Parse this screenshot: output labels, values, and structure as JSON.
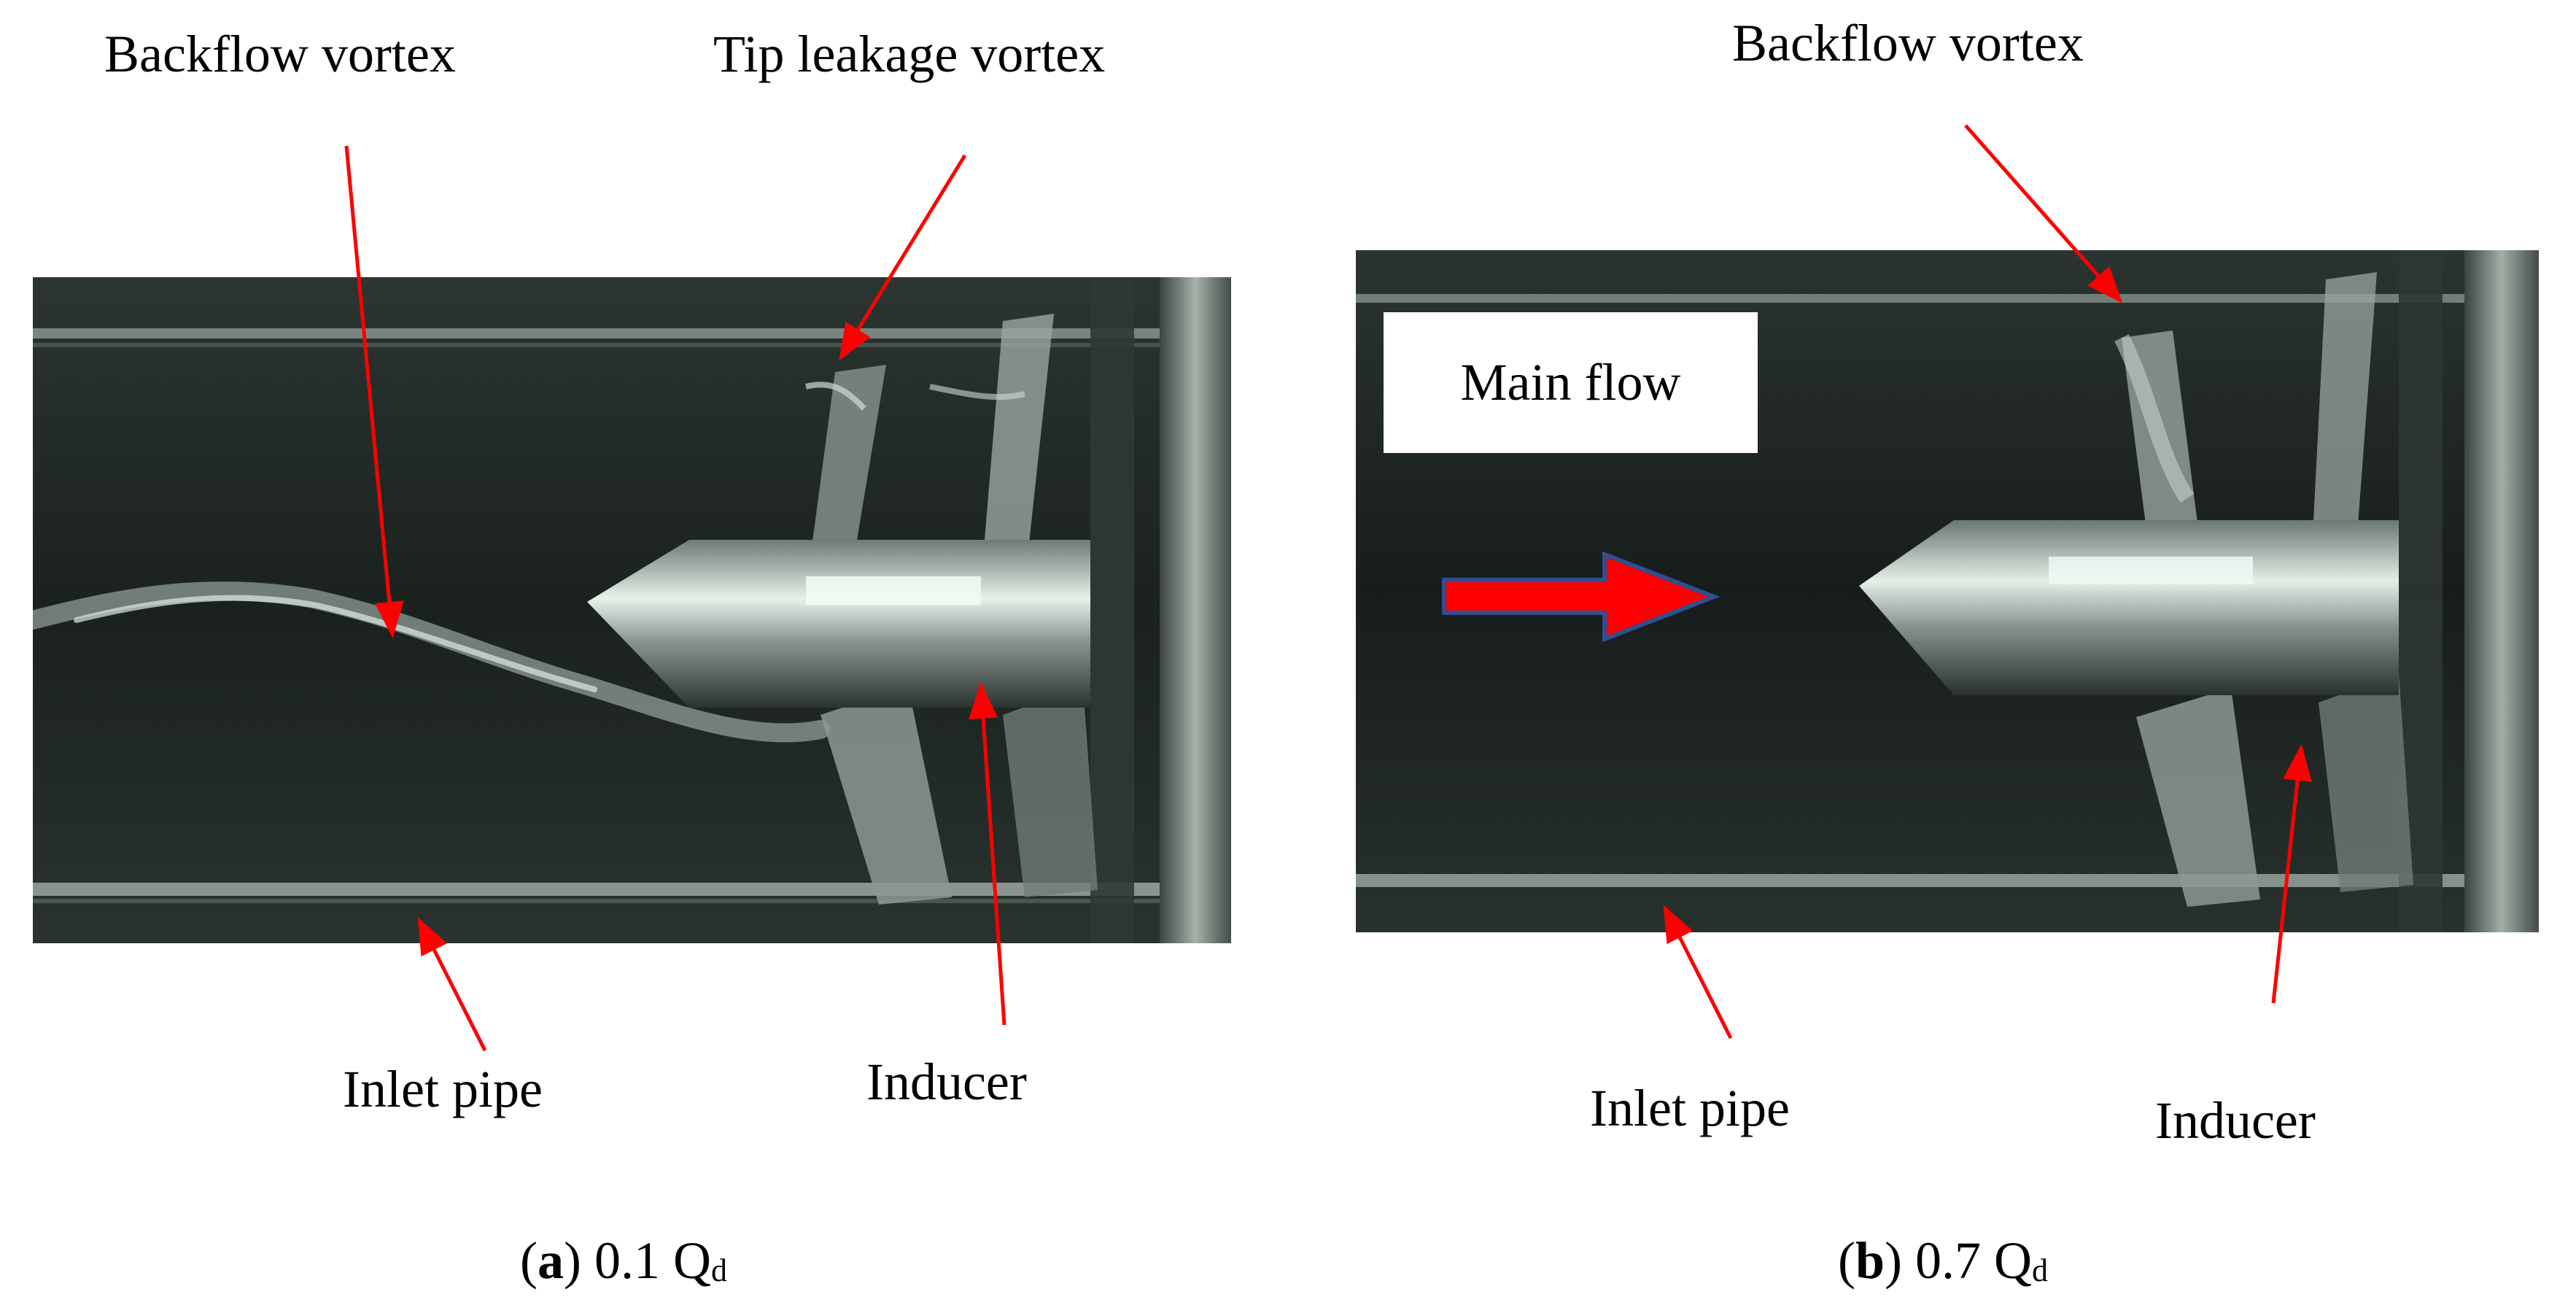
{
  "panel_a": {
    "labels": {
      "backflow_vortex": "Backflow vortex",
      "tip_leakage_vortex": "Tip leakage vortex",
      "inlet_pipe": "Inlet pipe",
      "inducer": "Inducer"
    },
    "caption": {
      "letter": "a",
      "value": "0.1 Q",
      "subscript": "d"
    }
  },
  "panel_b": {
    "labels": {
      "backflow_vortex": "Backflow vortex",
      "main_flow": "Main flow",
      "inlet_pipe": "Inlet pipe",
      "inducer": "Inducer"
    },
    "caption": {
      "letter": "b",
      "value": "0.7 Q",
      "subscript": "d"
    }
  },
  "colors": {
    "annotation_arrow": "#ff0000",
    "main_flow_arrow_fill": "#ff0000",
    "main_flow_arrow_outline": "#2f4f8f",
    "photo_background": "#1c2421"
  }
}
